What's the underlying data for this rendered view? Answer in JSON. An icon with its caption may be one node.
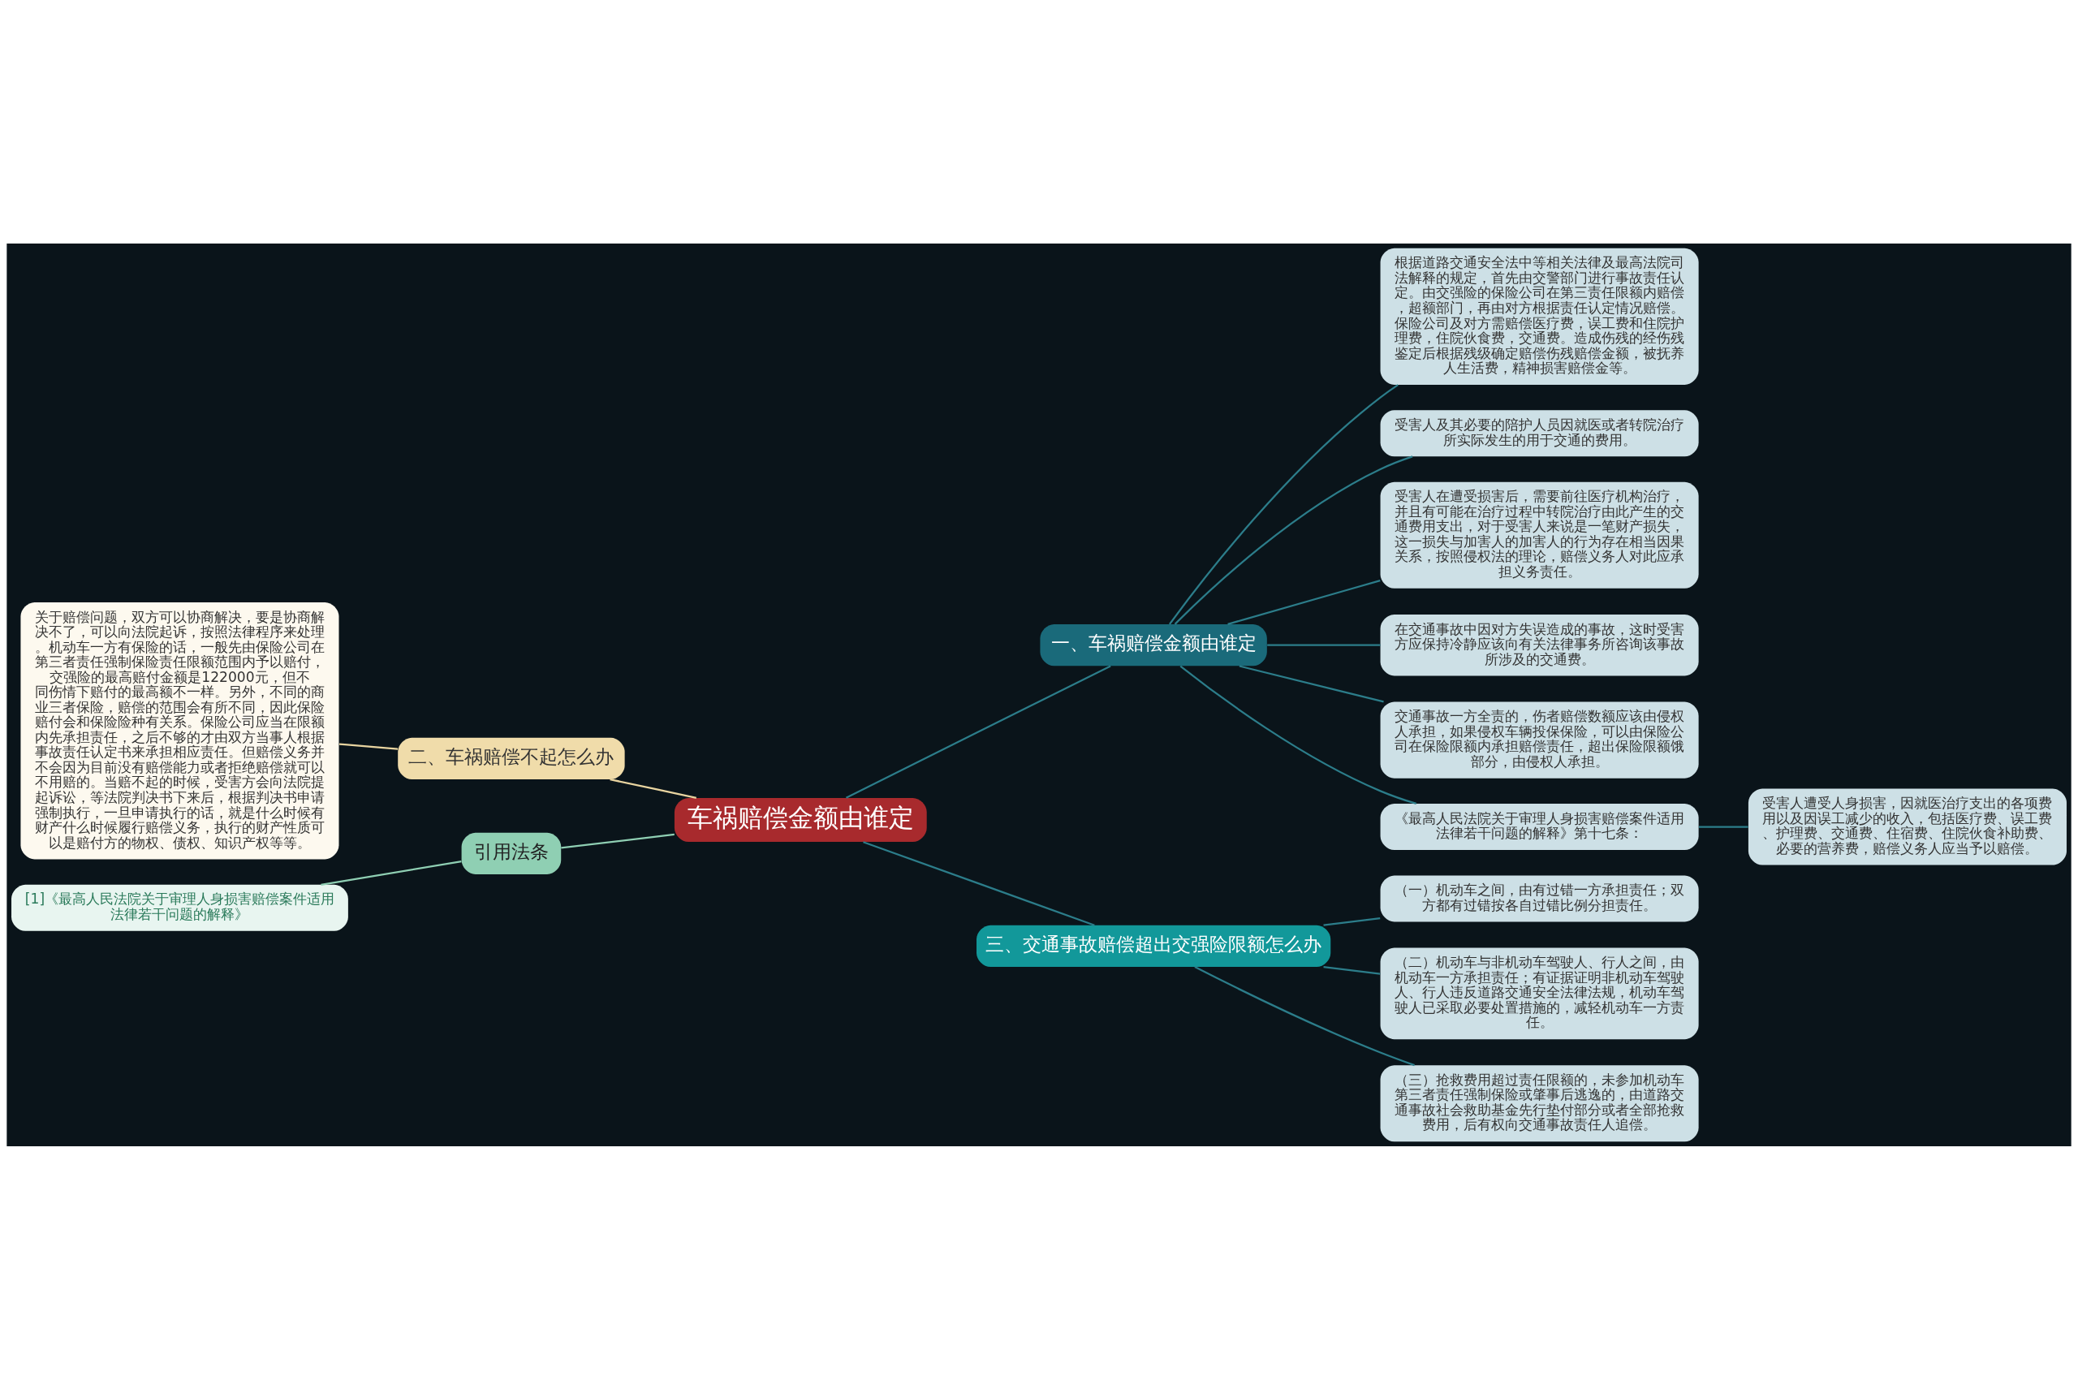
{
  "diagram": {
    "nodes": [
      {
        "text": [
          "车祸赔偿金额由谁定"
        ]
      },
      {
        "text": [
          "一、车祸赔偿金额由谁定"
        ]
      },
      {
        "text": [
          "根据道路交通安全法中等相关法律及最高法院司法解释的规定，首先由交警部门进行事故责任认定。由交强险的保险公司在第三责任限额内赔偿，超额部门，再由对方根据责任认定情况赔偿。保险公司及对方需赔偿医疗费，误工费和住院护理费，住院伙食费，交通费。造成伤残的经伤残鉴定后根据残级确定赔偿伤残赔偿金额，被抚养人生活费，精神损害赔偿金等。"
        ]
      },
      {
        "text": [
          "受害人及其必要的陪护人员因就医或者转院治疗所实际发生的用于交通的费用。"
        ]
      },
      {
        "text": [
          "受害人在遭受损害后，需要前往医疗机构治疗，并且有可能在治疗过程中转院治疗由此产生的交通费用支出，对于受害人来说是一笔财产损失，这一损失与加害人的加害人的行为存在相当因果关系，按照侵权法的理论，赔偿义务人对此应承担义务责任。"
        ]
      },
      {
        "text": [
          "在交通事故中因对方失误造成的事故，这时受害方应保持冷静应该向有关法律事务所咨询该事故所涉及的交通费。"
        ]
      },
      {
        "text": [
          "交通事故一方全责的，伤者赔偿数额应该由侵权人承担，如果侵权车辆投保保险，可以由保险公司在保险限额内承担赔偿责任，超出保险限额饿部分，由侵权人承担。"
        ]
      },
      {
        "text": [
          "《最高人民法院关于审理人身损害赔偿案件适用法律若干问题的解释》第十七条："
        ]
      },
      {
        "text": [
          "受害人遭受人身损害，因就医治疗支出的各项费用以及因误工减少的收入，包括医疗费、误工费、护理费、交通费、住宿费、住院伙食补助费、必要的营养费，赔偿义务人应当予以赔偿。"
        ]
      },
      {
        "text": [
          "三、交通事故赔偿超出交强险限额怎么办"
        ]
      },
      {
        "text": [
          "（一）机动车之间，由有过错一方承担责任；双方都有过错按各自过错比例分担责任。"
        ]
      },
      {
        "text": [
          "（二）机动车与非机动车驾驶人、行人之间，由机动车一方承担责任；有证据证明非机动车驾驶人、行人违反道路交通安全法律法规，机动车驾驶人已采取必要处置措施的，减轻机动车一方责任。"
        ]
      },
      {
        "text": [
          "（三）抢救费用超过责任限额的，未参加机动车第三者责任强制保险或肇事后逃逸的，由道路交通事故社会救助基金先行垫付部分或者全部抢救费用，后有权向交通事故责任人追偿。"
        ]
      },
      {
        "text": [
          "二、车祸赔偿不起怎么办"
        ]
      },
      {
        "text": [
          "关于赔偿问题，双方可以协商解决，要是协商解决不了，可以向法院起诉，按照法律程序来处理。机动车一方有保险的话，一般先由保险公司在第三者责任强制保险责任限额范围内予以赔付，交强险的最高赔付金额是122000元，但不同伤情下赔付的最高额不一样。另外，不同的商业三者保险，赔偿的范围会有所不同，因此保险赔付会和保险险种有关系。保险公司应当在限额内先承担责任，之后不够的才由双方当事人根据事故责任认定书来承担相应责任。但赔偿义务并不会因为目前没有赔偿能力或者拒绝赔偿就可以不用赔的。当赔不起的时候，受害方会向法院提起诉讼，等法院判决书下来后，根据判决书申请强制执行，一旦申请执行的话，就是什么时候有财产什么时候履行赔偿义务，执行的财产性质可以是赔付方的物权、债权、知识产权等等。"
        ]
      },
      {
        "text": [
          "引用法条"
        ]
      },
      {
        "text": [
          "[1]《最高人民法院关于审理人身损害赔偿案件适用法律若干问题的解释》"
        ]
      }
    ],
    "edges": [
      {
        "from": 0,
        "to": 1,
        "arrow": "none"
      },
      {
        "from": 1,
        "to": 2,
        "arrow": "none"
      },
      {
        "from": 1,
        "to": 3,
        "arrow": "none"
      },
      {
        "from": 1,
        "to": 4,
        "arrow": "none"
      },
      {
        "from": 1,
        "to": 5,
        "arrow": "none"
      },
      {
        "from": 1,
        "to": 6,
        "arrow": "none"
      },
      {
        "from": 1,
        "to": 7,
        "arrow": "none"
      },
      {
        "from": 7,
        "to": 8,
        "arrow": "none"
      },
      {
        "from": 0,
        "to": 9,
        "arrow": "none"
      },
      {
        "from": 9,
        "to": 10,
        "arrow": "none"
      },
      {
        "from": 9,
        "to": 11,
        "arrow": "none"
      },
      {
        "from": 9,
        "to": 12,
        "arrow": "none"
      },
      {
        "from": 0,
        "to": 13,
        "arrow": "none",
        "color": "#e8d4a0"
      },
      {
        "from": 13,
        "to": 14,
        "arrow": "none",
        "color": "#e8d4a0"
      },
      {
        "from": 0,
        "to": 15,
        "arrow": "none",
        "color": "#8fcfb3"
      },
      {
        "from": 15,
        "to": 16,
        "arrow": "none",
        "color": "#8fcfb3"
      }
    ]
  }
}
